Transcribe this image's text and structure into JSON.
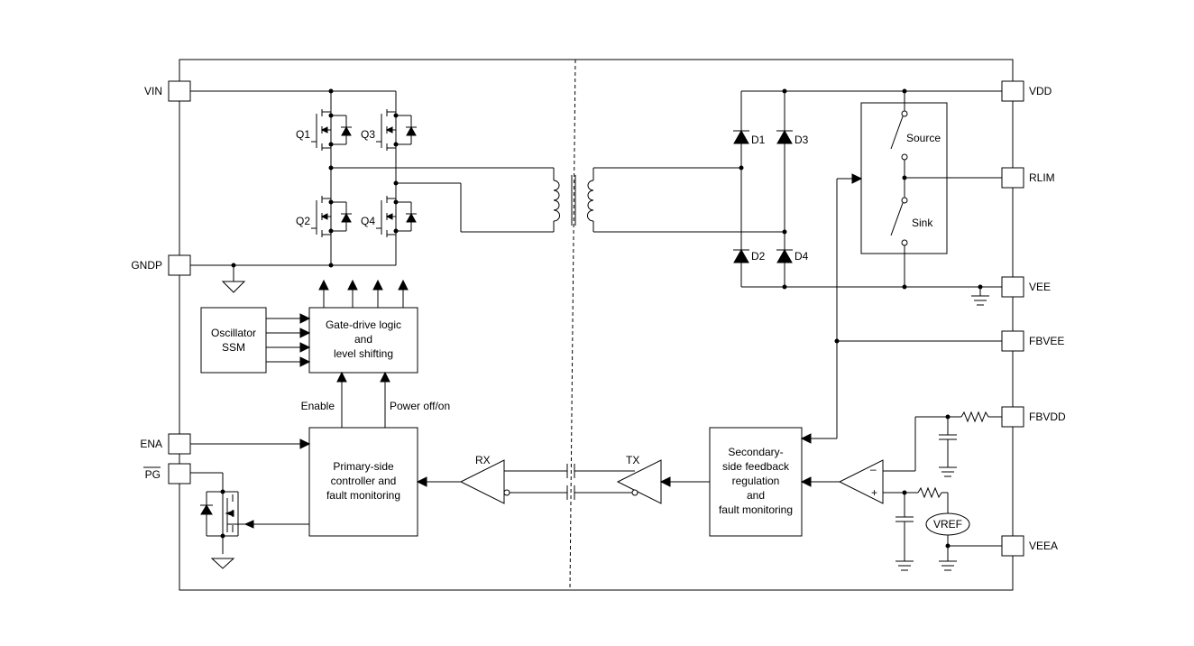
{
  "pins": {
    "vin": "VIN",
    "gndp": "GNDP",
    "ena": "ENA",
    "pg": "PG",
    "vdd": "VDD",
    "rlim": "RLIM",
    "vee": "VEE",
    "fbvee": "FBVEE",
    "fbvdd": "FBVDD",
    "veea": "VEEA"
  },
  "transistors": {
    "q1": "Q1",
    "q2": "Q2",
    "q3": "Q3",
    "q4": "Q4"
  },
  "diodes": {
    "d1": "D1",
    "d2": "D2",
    "d3": "D3",
    "d4": "D4"
  },
  "switch": {
    "source": "Source",
    "sink": "Sink"
  },
  "blocks": {
    "oscillator": [
      "Oscillator",
      "SSM"
    ],
    "gate_drive": [
      "Gate-drive logic",
      "and",
      "level shifting"
    ],
    "primary": [
      "Primary-side",
      "controller and",
      "fault monitoring"
    ],
    "secondary": [
      "Secondary-",
      "side feedback",
      "regulation",
      "and",
      "fault monitoring"
    ]
  },
  "signals": {
    "enable": "Enable",
    "power": "Power off/on",
    "rx": "RX",
    "tx": "TX"
  },
  "opamp": {
    "minus": "–",
    "plus": "+"
  },
  "vref": "VREF"
}
